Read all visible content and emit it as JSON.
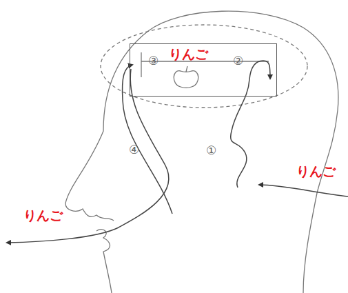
{
  "diagram": {
    "nodes": [
      {
        "text": [
          "りんご"
        ]
      }
    ],
    "labels": [
      "りんご",
      "①",
      "②",
      "③",
      "④",
      "りんご"
    ]
  }
}
